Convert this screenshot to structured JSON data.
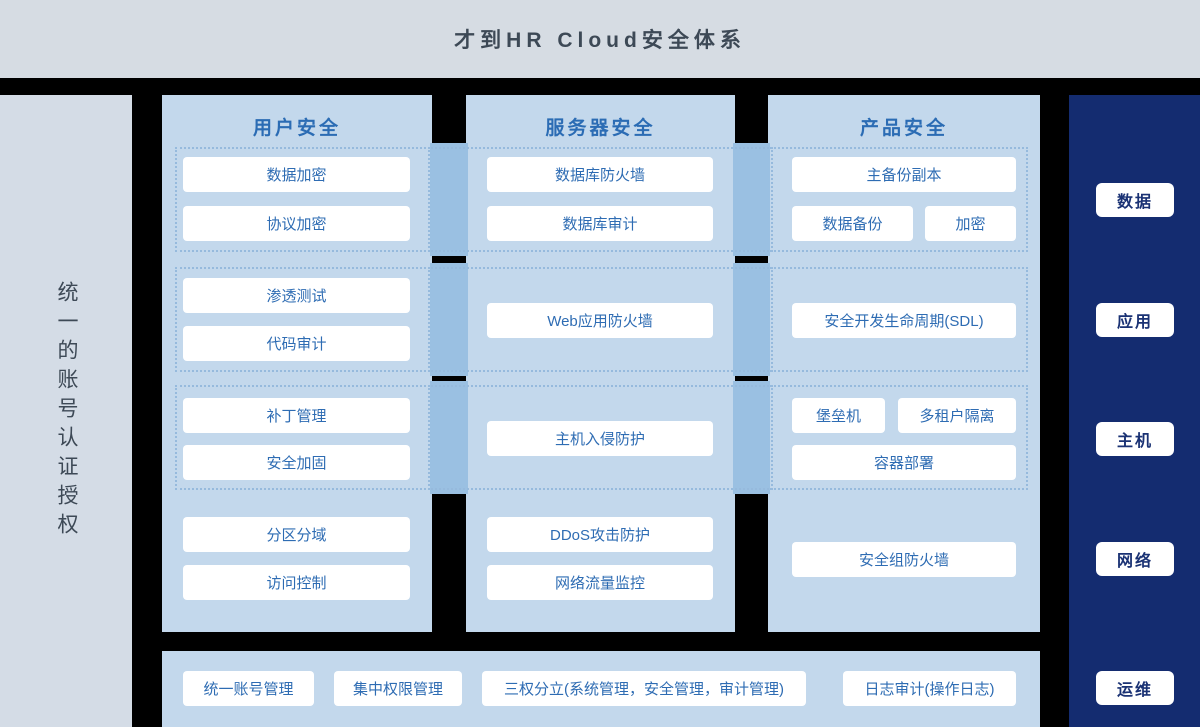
{
  "title_bar": {
    "title": "才到HR Cloud安全体系"
  },
  "left_rail": {
    "vertical_label": "统一的账号认证授权"
  },
  "columns": {
    "user_security": {
      "title": "用户安全",
      "row1": {
        "btn1": "数据加密",
        "btn2": "协议加密"
      },
      "row2": {
        "btn1": "渗透测试",
        "btn2": "代码审计"
      },
      "row3": {
        "btn1": "补丁管理",
        "btn2": "安全加固"
      },
      "row4": {
        "btn1": "分区分域",
        "btn2": "访问控制"
      }
    },
    "server_security": {
      "title": "服务器安全",
      "row1": {
        "btn1": "数据库防火墙",
        "btn2": "数据库审计"
      },
      "row2": {
        "btn1": "Web应用防火墙"
      },
      "row3": {
        "btn1": "主机入侵防护"
      },
      "row4": {
        "btn1": "DDoS攻击防护",
        "btn2": "网络流量监控"
      }
    },
    "product_security": {
      "title": "产品安全",
      "row1": {
        "btn1": "主备份副本",
        "btn2": "数据备份",
        "btn3": "加密"
      },
      "row2": {
        "btn1": "安全开发生命周期(SDL)"
      },
      "row3": {
        "btn1": "堡垒机",
        "btn2": "多租户隔离",
        "btn3": "容器部署"
      },
      "row4": {
        "btn1": "安全组防火墙"
      }
    }
  },
  "right_rail": {
    "labels": [
      "数据",
      "应用",
      "主机",
      "网络",
      "运维"
    ]
  },
  "bottom_bar": {
    "buttons": [
      "统一账号管理",
      "集中权限管理",
      "三权分立(系统管理，安全管理，审计管理)",
      "日志审计(操作日志)"
    ]
  },
  "colors": {
    "background": "#000000",
    "header_bar": "#d6dce3",
    "left_rail": "#d4dce6",
    "column_panel": "#c3d8ec",
    "connector_band": "#9ac0e2",
    "dotted_border": "#96badd",
    "navy_rail": "#142c70",
    "title_text": "#3d4956",
    "blue_text": "#2e6cb3",
    "navy_text": "#1a3274",
    "node_background": "#ffffff"
  }
}
